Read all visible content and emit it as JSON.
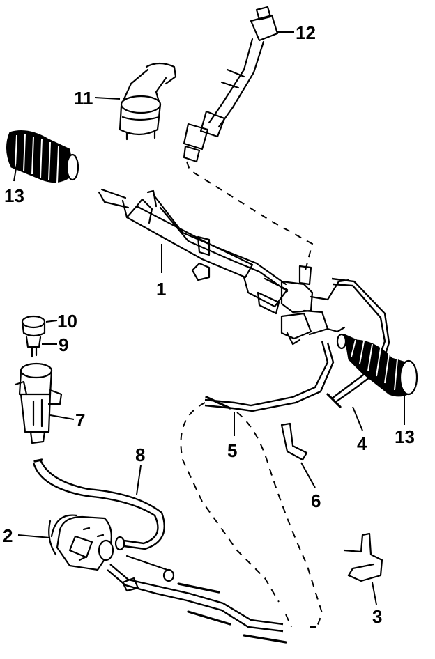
{
  "callouts": {
    "c1": "1",
    "c2": "2",
    "c3": "3",
    "c4": "4",
    "c5": "5",
    "c6": "6",
    "c7": "7",
    "c8": "8",
    "c9": "9",
    "c10": "10",
    "c11": "11",
    "c12": "12",
    "c13_left": "13",
    "c13_right": "13"
  },
  "colors": {
    "line": "#000000",
    "background": "#ffffff"
  }
}
